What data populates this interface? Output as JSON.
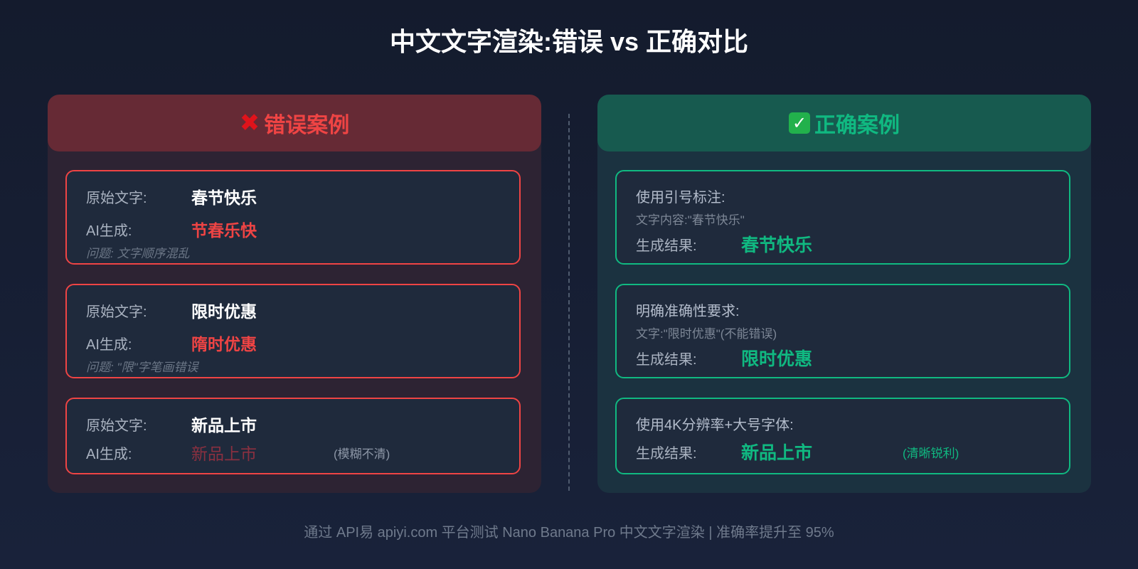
{
  "title": "中文文字渲染:错误 vs 正确对比",
  "wrong_panel": {
    "icon": "cross-mark-icon",
    "icon_glyph": "✖",
    "header": "错误案例",
    "cards": [
      {
        "original_label": "原始文字:",
        "original_value": "春节快乐",
        "ai_label": "AI生成:",
        "ai_value": "节春乐快",
        "issue": "问题: 文字顺序混乱"
      },
      {
        "original_label": "原始文字:",
        "original_value": "限时优惠",
        "ai_label": "AI生成:",
        "ai_value": "隋时优惠",
        "issue": "问题: \"限\"字笔画错误"
      },
      {
        "original_label": "原始文字:",
        "original_value": "新品上市",
        "ai_label": "AI生成:",
        "ai_value": "新品上市",
        "note": "(模糊不清)"
      }
    ]
  },
  "right_panel": {
    "icon": "check-mark-icon",
    "icon_glyph": "✓",
    "header": "正确案例",
    "cards": [
      {
        "heading": "使用引号标注:",
        "detail": "文字内容:\"春节快乐\"",
        "result_label": "生成结果:",
        "result_value": "春节快乐"
      },
      {
        "heading": "明确准确性要求:",
        "detail": "文字:\"限时优惠\"(不能错误)",
        "result_label": "生成结果:",
        "result_value": "限时优惠"
      },
      {
        "heading": "使用4K分辨率+大号字体:",
        "result_label": "生成结果:",
        "result_value": "新品上市",
        "note": "(清晰锐利)"
      }
    ]
  },
  "footer": "通过 API易 apiyi.com 平台测试 Nano Banana Pro 中文文字渲染 | 准确率提升至 95%",
  "colors": {
    "background": "#141b2d",
    "wrong_accent": "#ef4444",
    "right_accent": "#10b981",
    "card_bg": "#1f2a3c"
  }
}
